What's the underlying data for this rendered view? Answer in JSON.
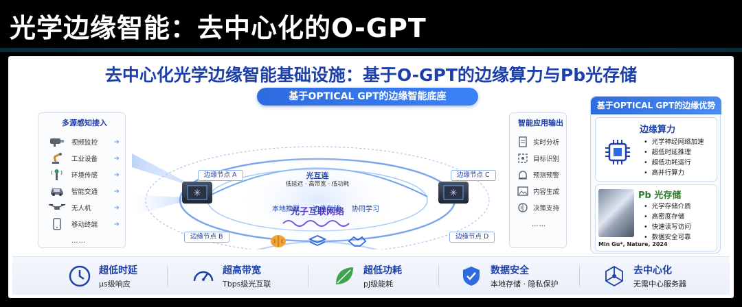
{
  "slide": {
    "title": "光学边缘智能：去中心化的O-GPT"
  },
  "diagram": {
    "title": "去中心化光学边缘智能基础设施：基于O-GPT的边缘算力与Pb光存储",
    "subtitle": "基于OPTICAL GPT的边缘智能底座",
    "input_panel": {
      "heading": "多源感知接入",
      "items": [
        {
          "label": "视频监控",
          "icon": "camera-icon"
        },
        {
          "label": "工业设备",
          "icon": "robot-arm-icon"
        },
        {
          "label": "环境传感",
          "icon": "sensor-icon"
        },
        {
          "label": "智能交通",
          "icon": "car-icon"
        },
        {
          "label": "无人机",
          "icon": "drone-icon"
        },
        {
          "label": "移动终端",
          "icon": "phone-icon"
        }
      ],
      "more": "……"
    },
    "output_panel": {
      "heading": "智能应用输出",
      "items": [
        {
          "label": "实时分析",
          "icon": "document-icon"
        },
        {
          "label": "目标识别",
          "icon": "target-icon"
        },
        {
          "label": "预测预警",
          "icon": "alarm-icon"
        },
        {
          "label": "内容生成",
          "icon": "image-icon"
        },
        {
          "label": "决策支持",
          "icon": "brain-icon"
        }
      ],
      "more": "……"
    },
    "nodes": {
      "a": "边缘节点 A",
      "b": "边缘节点 B",
      "c": "边缘节点 C",
      "d": "边缘节点 D"
    },
    "interconnect": {
      "title": "光互连",
      "detail": "低延迟 · 高带宽 · 低功耗"
    },
    "network": {
      "title": "光子互联网络",
      "items": [
        {
          "label": "本地推理",
          "icon": "brain-icon"
        },
        {
          "label": "边缘存储",
          "icon": "layers-icon"
        },
        {
          "label": "协同学习",
          "icon": "handshake-icon"
        }
      ]
    },
    "advantages": {
      "heading": "基于OPTICAL GPT的边缘优势",
      "compute": {
        "title": "边缘算力",
        "bullets": [
          "光学神经网络加速",
          "超低时延推理",
          "超低功耗运行",
          "高并行算力"
        ]
      },
      "storage": {
        "title": "Pb 光存储",
        "bullets": [
          "光学存储介质",
          "高密度存储",
          "快速读写访问",
          "数据安全可靠"
        ],
        "citation": "Min Gu*, Nature, 2024"
      }
    },
    "features": [
      {
        "name": "超低时延",
        "desc": "µs级响应",
        "icon": "clock-icon"
      },
      {
        "name": "超高带宽",
        "desc": "Tbps级光互联",
        "icon": "speedometer-icon"
      },
      {
        "name": "超低功耗",
        "desc": "pJ级能耗",
        "icon": "leaf-icon"
      },
      {
        "name": "数据安全",
        "desc": "本地存储 · 隐私保护",
        "icon": "shield-icon"
      },
      {
        "name": "去中心化",
        "desc": "无需中心服务器",
        "icon": "network-icon"
      }
    ],
    "colors": {
      "accent": "#1d3fa8",
      "primary_blue": "#2e6be0",
      "background": "#000000"
    }
  }
}
